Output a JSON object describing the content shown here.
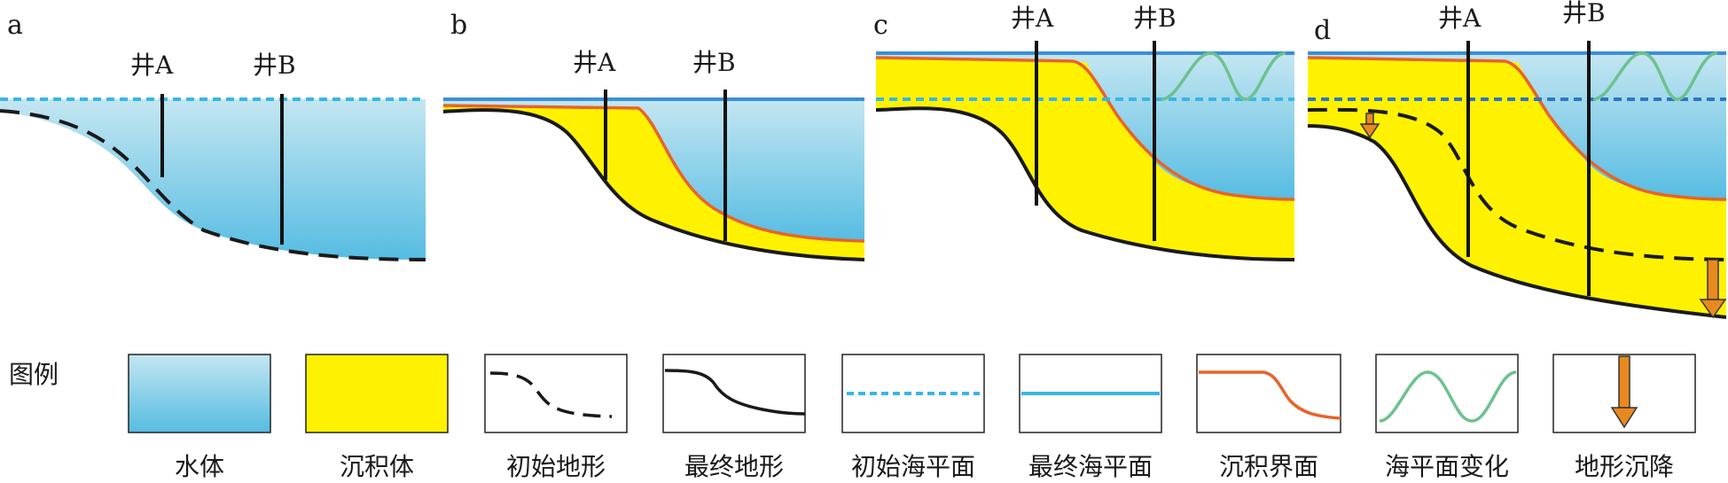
{
  "panels": [
    {
      "letter": "a",
      "well_a": "井A",
      "well_b": "井B"
    },
    {
      "letter": "b",
      "well_a": "井A",
      "well_b": "井B"
    },
    {
      "letter": "c",
      "well_a": "井A",
      "well_b": "井B"
    },
    {
      "letter": "d",
      "well_a": "井A",
      "well_b": "井B"
    }
  ],
  "legend": {
    "title": "图例",
    "items": [
      {
        "label": "水体",
        "icon": "water-body-swatch"
      },
      {
        "label": "沉积体",
        "icon": "sediment-body-swatch"
      },
      {
        "label": "初始地形",
        "icon": "initial-topography-dashed-line"
      },
      {
        "label": "最终地形",
        "icon": "final-topography-solid-line"
      },
      {
        "label": "初始海平面",
        "icon": "initial-sea-level-dashed-line"
      },
      {
        "label": "最终海平面",
        "icon": "final-sea-level-solid-line"
      },
      {
        "label": "沉积界面",
        "icon": "depositional-surface-line"
      },
      {
        "label": "海平面变化",
        "icon": "sea-level-change-wave"
      },
      {
        "label": "地形沉降",
        "icon": "subsidence-arrow"
      }
    ]
  },
  "colors": {
    "water_top": "#bfe3ef",
    "water_bottom": "#5bbfe3",
    "sediment": "#fff200",
    "depositional_surface": "#e8632a",
    "final_sea_level": "#3b8fd9",
    "initial_sea_level": "#38b6e8",
    "sea_level_change": "#6cc28e",
    "subsidence_arrow": "#e88a1f",
    "topography": "#1a1a1a"
  }
}
